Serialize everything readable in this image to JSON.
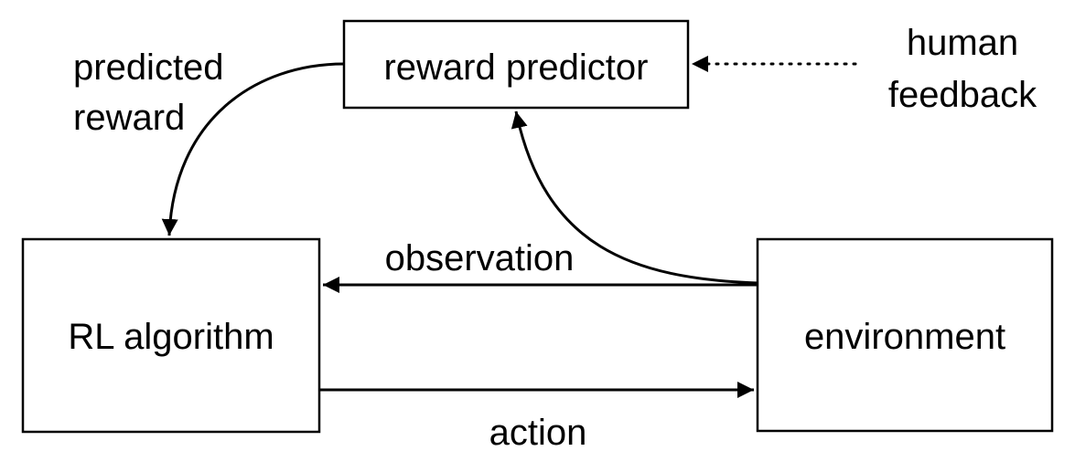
{
  "nodes": {
    "reward_predictor": {
      "label": "reward predictor"
    },
    "rl_algorithm": {
      "label": "RL algorithm"
    },
    "environment": {
      "label": "environment"
    }
  },
  "edges": {
    "predicted_reward": {
      "label_line1": "predicted",
      "label_line2": "reward"
    },
    "human_feedback": {
      "label_line1": "human",
      "label_line2": "feedback"
    },
    "observation": {
      "label": "observation"
    },
    "action": {
      "label": "action"
    }
  },
  "colors": {
    "stroke": "#000000",
    "background": "#ffffff"
  }
}
